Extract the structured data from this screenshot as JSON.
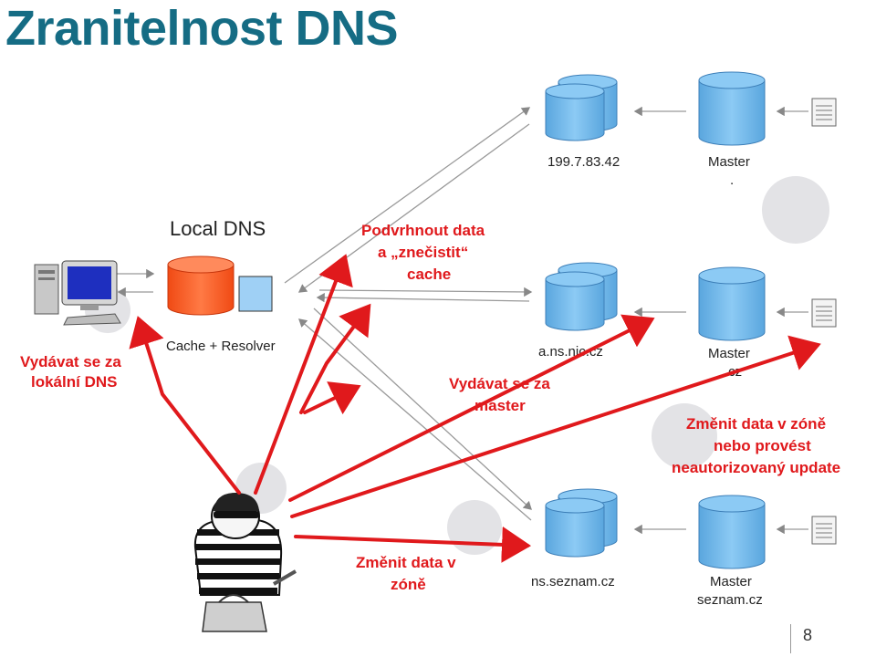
{
  "title": "Zranitelnost DNS",
  "page_number": "8",
  "local_dns": {
    "heading": "Local DNS",
    "caption": "Cache + Resolver"
  },
  "servers": [
    {
      "name": "199.7.83.42"
    },
    {
      "name": "a.ns.nic.cz"
    },
    {
      "name": "ns.seznam.cz"
    }
  ],
  "masters": [
    {
      "line1": "Master",
      "line2": "."
    },
    {
      "line1": "Master",
      "line2": ".cz"
    },
    {
      "line1": "Master",
      "line2": "seznam.cz"
    }
  ],
  "attacks": {
    "pose_local": [
      "Vydávat se za",
      "lokální DNS"
    ],
    "poison_cache": [
      "Podvrhnout data",
      "a „znečistit“",
      "cache"
    ],
    "pose_master": [
      "Vydávat se za",
      "master"
    ],
    "change_zone_or_update": [
      "Změnit data v zóně",
      "nebo provést",
      "neautorizovaný update"
    ],
    "change_zone": [
      "Změnit data v",
      "zóně"
    ]
  },
  "colors": {
    "title": "#156c84",
    "attack": "#e0191c",
    "server": "#6fb7ea",
    "cache": "#ff5722",
    "resolver": "#9fd0f5"
  }
}
